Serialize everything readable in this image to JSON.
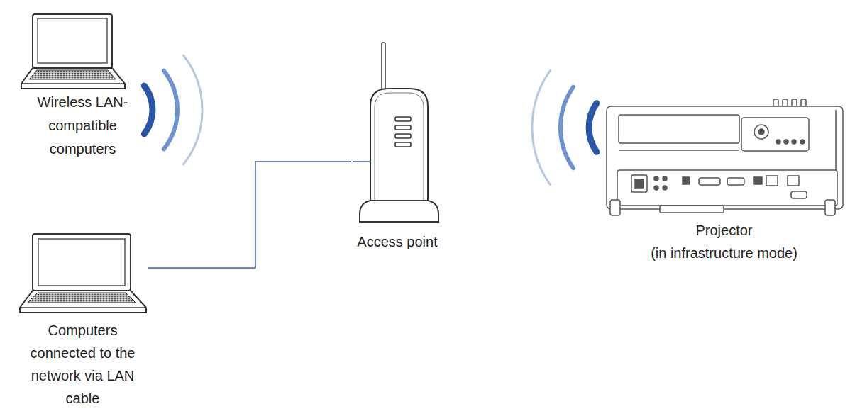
{
  "diagram": {
    "nodes": [
      {
        "text": [
          "Wireless LAN-compatible computers"
        ]
      },
      {
        "text": [
          "Computers connected to the network via LAN cable"
        ]
      },
      {
        "text": [
          "Access point"
        ]
      },
      {
        "text": [
          "Projector",
          "(in infrastructure mode)"
        ]
      }
    ],
    "edges": [
      {
        "from": 1,
        "to": 2,
        "arrow": "none"
      }
    ]
  }
}
